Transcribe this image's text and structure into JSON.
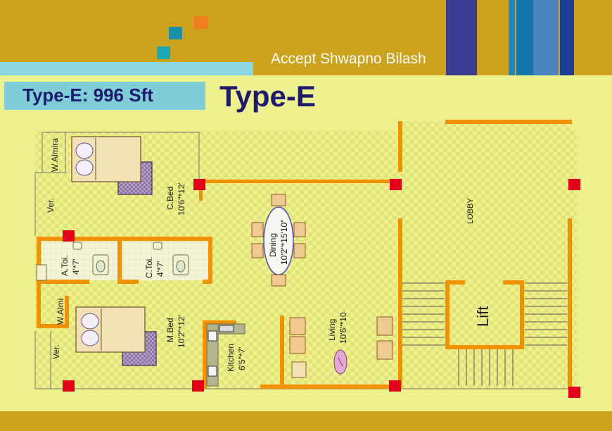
{
  "brand": {
    "tagline": "Accept Shwapno Bilash"
  },
  "header": {
    "type_area_label": "Type-E: 996 Sft",
    "type_heading": "Type-E"
  },
  "rooms": {
    "w_almira": "W.Almira",
    "ver_top": "Ver.",
    "c_bed_name": "C.Bed",
    "c_bed_size": "10'6\"*12'",
    "a_toi_name": "A.Toi.",
    "a_toi_size": "4'*7'",
    "c_toi_name": "C.Toi.",
    "c_toi_size": "4'*7'",
    "dining_name": "Dining",
    "dining_size": "10'2\"*15'10\"",
    "lobby": "LOBBY",
    "lift": "Lift",
    "w_almi": "W.Almi",
    "m_bed_name": "M.Bed",
    "m_bed_size": "10'2\"*12'",
    "ver_bottom": "Ver.",
    "kitchen_name": "Kitchen",
    "kitchen_size": "6'5\"*7'",
    "living_name": "Living",
    "living_size": "10'6\"*10"
  },
  "colors": {
    "band": "#cda21c",
    "floor": "#eef28e",
    "wall": "#f39200",
    "column": "#e4001b",
    "heading": "#1f1a6e",
    "strip_blue": "#8ad6e2"
  }
}
